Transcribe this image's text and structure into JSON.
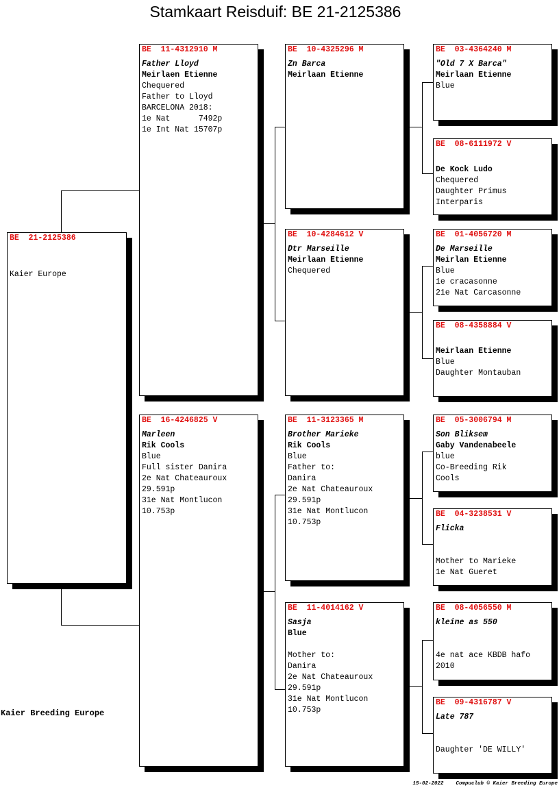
{
  "title": "Stamkaart Reisduif: BE  21-2125386",
  "pigeons": {
    "subject": {
      "ring": "BE  21-2125386",
      "name": "",
      "breeder": "",
      "lines": [
        "Kaier Europe"
      ]
    },
    "father": {
      "ring": "BE  11-4312910 M",
      "name": "Father Lloyd",
      "breeder": "Meirlaen Etienne",
      "lines": [
        "Chequered",
        "Father to Lloyd",
        "BARCELONA 2018:",
        "1e Nat      7492p",
        "1e Int Nat 15707p"
      ]
    },
    "mother": {
      "ring": "BE  16-4246825 V",
      "name": "Marleen",
      "breeder": "Rik Cools",
      "lines": [
        "Blue",
        "Full sister Danira",
        "2e Nat Chateauroux",
        "29.591p",
        "31e Nat Montlucon",
        "10.753p"
      ]
    },
    "ff": {
      "ring": "BE  10-4325296 M",
      "name": "Zn Barca",
      "breeder": "Meirlaan Etienne",
      "lines": []
    },
    "fm": {
      "ring": "BE  10-4284612 V",
      "name": "Dtr Marseille",
      "breeder": "Meirlaan Etienne",
      "lines": [
        "Chequered"
      ]
    },
    "mf": {
      "ring": "BE  11-3123365 M",
      "name": "Brother Marieke",
      "breeder": "Rik Cools",
      "lines": [
        "Blue",
        "Father to:",
        "Danira",
        "2e Nat Chateauroux",
        "29.591p",
        "31e Nat Montlucon",
        "10.753p"
      ]
    },
    "mm": {
      "ring": "BE  11-4014162 V",
      "name": "Sasja",
      "breeder": "Blue",
      "lines": [
        "",
        "Mother to:",
        "Danira",
        "2e Nat Chateauroux",
        "29.591p",
        "31e Nat Montlucon",
        "10.753p"
      ]
    },
    "fff": {
      "ring": "BE  03-4364240 M",
      "name": "\"Old 7 X Barca\"",
      "breeder": "Meirlaan Etienne",
      "lines": [
        "Blue"
      ]
    },
    "ffm": {
      "ring": "BE  08-6111972 V",
      "name": "",
      "breeder": "De Kock Ludo",
      "lines": [
        "Chequered",
        "Daughter Primus",
        "Interparis"
      ]
    },
    "fmf": {
      "ring": "BE  01-4056720 M",
      "name": "De Marseille",
      "breeder": "Meirlan Etienne",
      "lines": [
        "Blue",
        "1e cracasonne",
        "21e Nat Carcasonne"
      ]
    },
    "fmm": {
      "ring": "BE  08-4358884 V",
      "name": "",
      "breeder": "Meirlaan Etienne",
      "lines": [
        "Blue",
        "Daughter Montauban"
      ]
    },
    "mff": {
      "ring": "BE  05-3006794 M",
      "name": "Son Bliksem",
      "breeder": "Gaby Vandenabeele",
      "lines": [
        "blue",
        "Co-Breeding Rik",
        "Cools"
      ]
    },
    "mfm": {
      "ring": "BE  04-3238531 V",
      "name": "Flicka",
      "breeder": "",
      "lines": [
        "",
        "Mother to Marieke",
        "1e Nat Gueret"
      ]
    },
    "mmf": {
      "ring": "BE  08-4056550 M",
      "name": "kleine as 550",
      "breeder": "",
      "lines": [
        "",
        "4e nat ace KBDB hafo",
        "2010"
      ]
    },
    "mmm": {
      "ring": "BE  09-4316787 V",
      "name": "Late 787",
      "breeder": "",
      "lines": [
        "",
        "Daughter 'DE WILLY'"
      ]
    }
  },
  "footer": {
    "left": "Kaier Breeding Europe",
    "date": "15-02-2022",
    "credit": "Compuclub © Kaier Breeding Europe"
  }
}
